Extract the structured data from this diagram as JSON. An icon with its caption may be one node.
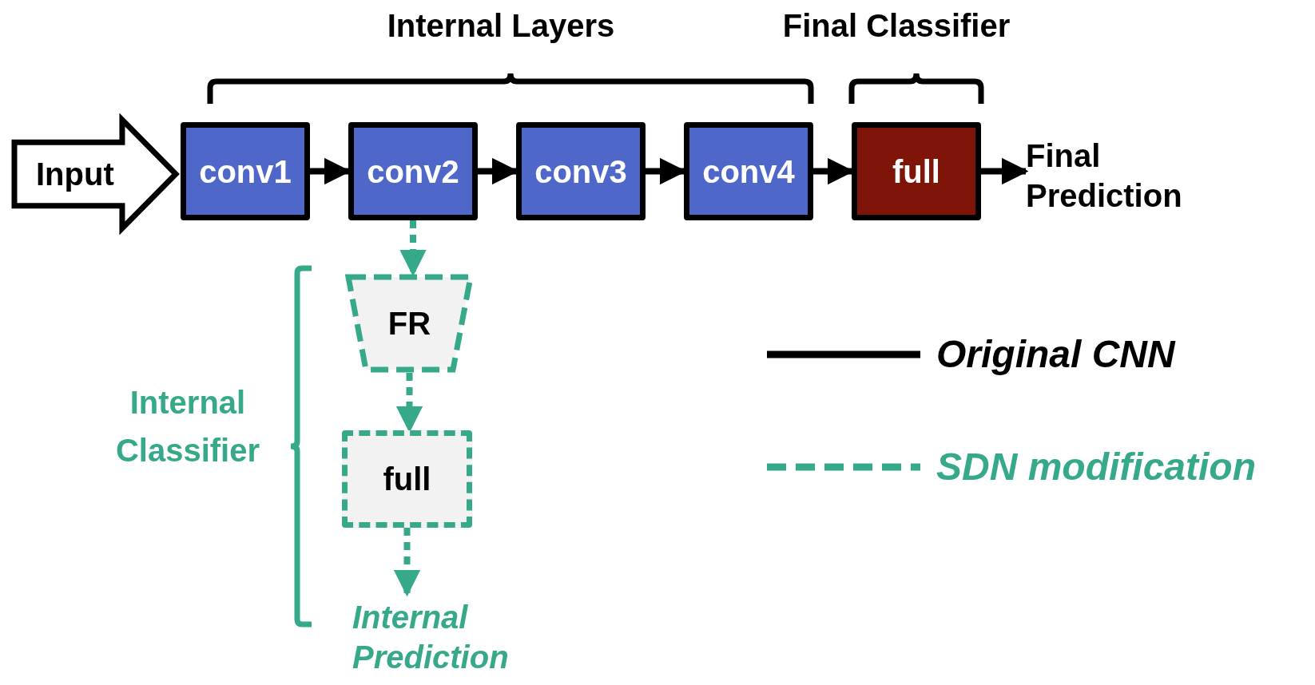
{
  "diagram": {
    "nodes": [
      {
        "text": [
          "Input"
        ]
      },
      {
        "text": [
          "conv1"
        ]
      },
      {
        "text": [
          "conv2"
        ]
      },
      {
        "text": [
          "conv3"
        ]
      },
      {
        "text": [
          "conv4"
        ]
      },
      {
        "text": [
          "full"
        ]
      },
      {
        "text": [
          "Final Prediction"
        ]
      },
      {
        "text": [
          "FR"
        ]
      },
      {
        "text": [
          "full"
        ]
      },
      {
        "text": [
          "Internal Prediction"
        ]
      }
    ],
    "edges": [
      {
        "from": 1,
        "to": 2,
        "arrow": "to"
      },
      {
        "from": 2,
        "to": 3,
        "arrow": "to"
      },
      {
        "from": 3,
        "to": 4,
        "arrow": "to"
      },
      {
        "from": 4,
        "to": 5,
        "arrow": "to"
      },
      {
        "from": 5,
        "to": 6,
        "arrow": "to"
      },
      {
        "from": 2,
        "to": 7,
        "arrow": "to",
        "style": "dashed",
        "color": "#36a98a"
      },
      {
        "from": 7,
        "to": 8,
        "arrow": "to",
        "style": "dashed",
        "color": "#36a98a"
      },
      {
        "from": 8,
        "to": 9,
        "arrow": "to",
        "style": "dashed",
        "color": "#36a98a"
      }
    ],
    "labels": [
      "Internal Layers",
      "Final Classifier",
      "Internal Classifier"
    ],
    "legend": [
      {
        "text": "Original CNN"
      },
      {
        "text": "SDN modification"
      }
    ]
  }
}
